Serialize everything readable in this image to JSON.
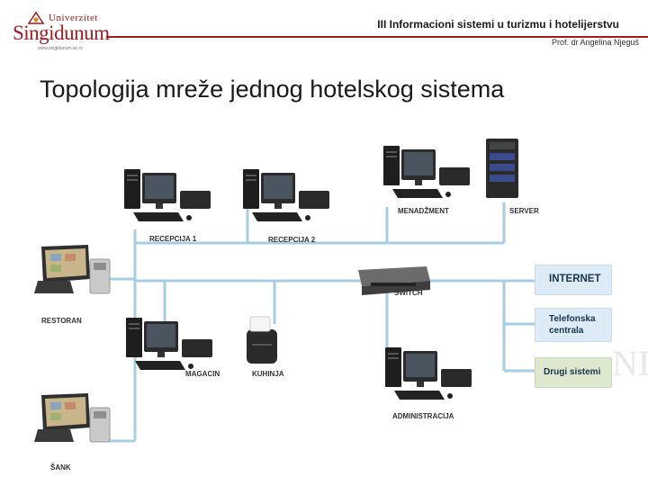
{
  "logo": {
    "top_text": "Univerzitet",
    "name": "Singidunum",
    "web": "www.singidunum.ac.rs"
  },
  "header": {
    "title": "III  Informacioni sistemi u turizmu i hotelijerstvu",
    "author": "Prof. dr Angelina Njeguš"
  },
  "slide": {
    "title": "Topologija mreže jednog hotelskog sistema",
    "background_text": "NI"
  },
  "diagram": {
    "nodes": {
      "recepcija1": "RECEPCIJA 1",
      "recepcija2": "RECEPCIJA 2",
      "menadzment": "MENADŽMENT",
      "server": "SERVER",
      "restoran": "RESTORAN",
      "switch": "SWITCH",
      "magacin": "MAGACIN",
      "kuhinja": "KUHINJA",
      "administracija": "ADMINISTRACIJA",
      "sank": "ŠANK"
    },
    "boxes": {
      "internet": "INTERNET",
      "telefonska": "Telefonska centrala",
      "drugi": "Drugi sistemi"
    },
    "colors": {
      "line": "#a6cde1",
      "brand": "#a01c22",
      "box_blue": "#dcebf5",
      "box_green": "#dde8cf"
    }
  }
}
